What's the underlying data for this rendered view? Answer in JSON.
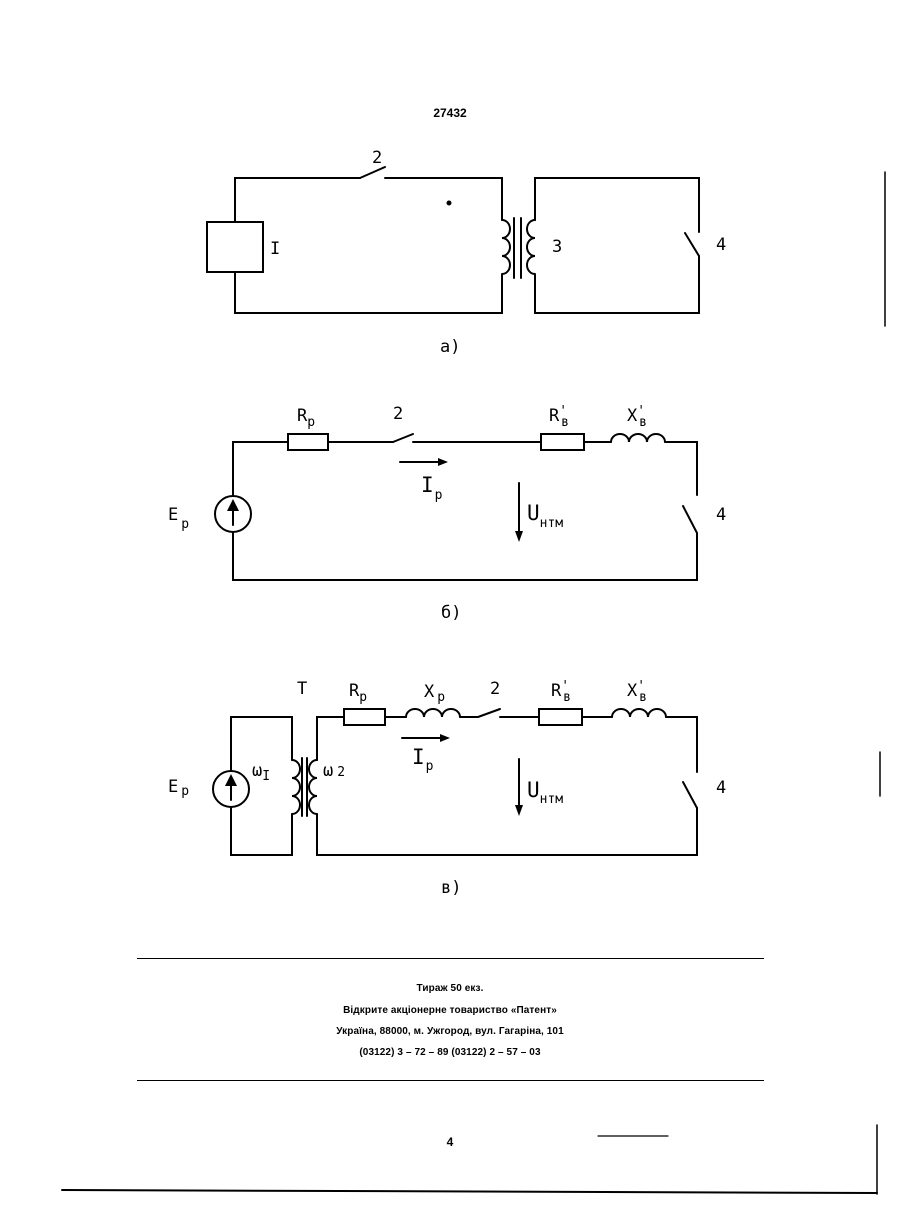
{
  "header": {
    "patent_number": "27432"
  },
  "diagram_a": {
    "caption": "а)",
    "labels": {
      "source": "I",
      "switch": "2",
      "transformer": "3",
      "contact": "4"
    }
  },
  "diagram_b": {
    "caption": "б)",
    "labels": {
      "source_main": "E",
      "source_sub": "p",
      "r_main": "R",
      "r_sub": "p",
      "switch": "2",
      "rb_main": "R",
      "rb_sub": "в",
      "rb_prime": "'",
      "xb_main": "X",
      "xb_sub": "в",
      "xb_prime": "'",
      "current_main": "I",
      "current_sub": "p",
      "voltage_main": "U",
      "voltage_sub": "нтм",
      "contact": "4"
    }
  },
  "diagram_c": {
    "caption": "в)",
    "labels": {
      "source_main": "E",
      "source_sub": "p",
      "transformer": "T",
      "w1_main": "ω",
      "w1_sub": "I",
      "w2_main": "ω",
      "w2_sub": "2",
      "r_main": "R",
      "r_sub": "p",
      "x_main": "X",
      "x_sub": "p",
      "switch": "2",
      "rb_main": "R",
      "rb_sub": "в",
      "rb_prime": "'",
      "xb_main": "X",
      "xb_sub": "в",
      "xb_prime": "'",
      "current_main": "I",
      "current_sub": "p",
      "voltage_main": "U",
      "voltage_sub": "нтм",
      "contact": "4"
    }
  },
  "imprint": {
    "line1": "Тираж 50 екз.",
    "line2": "Відкрите акціонерне товариство «Патент»",
    "line3": "Україна, 88000, м. Ужгород, вул. Гагаріна, 101",
    "line4": "(03122) 3 – 72 – 89   (03122) 2 – 57 – 03"
  },
  "footer": {
    "page_number": "4"
  }
}
